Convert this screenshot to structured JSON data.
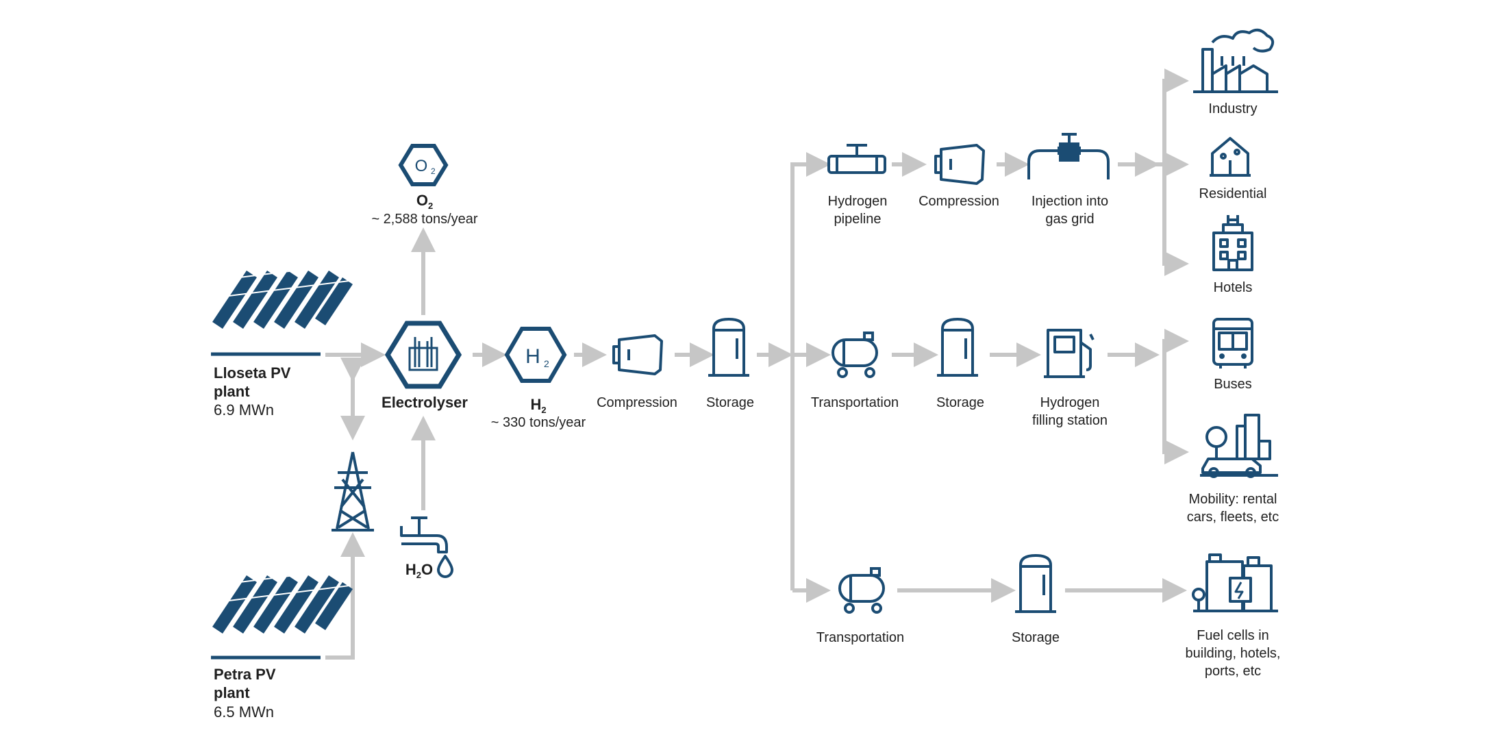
{
  "colors": {
    "icon": "#1b4c73",
    "arrow": "#c6c6c6",
    "text": "#1f1f1f"
  },
  "sources": {
    "lloseta": {
      "name_line1": "Lloseta PV",
      "name_line2": "plant",
      "capacity": "6.9 MWn"
    },
    "petra": {
      "name_line1": "Petra PV",
      "name_line2": "plant",
      "capacity": "6.5 MWn"
    }
  },
  "grid_icon": "power-pylon-icon",
  "electrolyser": {
    "label": "Electrolyser"
  },
  "oxygen": {
    "symbol": "O",
    "subscript": "2",
    "amount": "~ 2,588 tons/year"
  },
  "water": {
    "symbol_h": "H",
    "subscript": "2",
    "symbol_o": "O"
  },
  "hydrogen": {
    "symbol": "H",
    "subscript": "2",
    "amount": "~ 330 tons/year"
  },
  "main_chain": {
    "compression": "Compression",
    "storage": "Storage"
  },
  "branch_grid": {
    "pipeline_line1": "Hydrogen",
    "pipeline_line2": "pipeline",
    "compression": "Compression",
    "injection_line1": "Injection into",
    "injection_line2": "gas grid",
    "uses": [
      "Industry",
      "Residential",
      "Hotels"
    ]
  },
  "branch_mobility": {
    "transport": "Transportation",
    "storage": "Storage",
    "station_line1": "Hydrogen",
    "station_line2": "filling station",
    "uses": [
      "Buses"
    ],
    "mobility_line1": "Mobility: rental",
    "mobility_line2": "cars, fleets, etc"
  },
  "branch_fuelcell": {
    "transport": "Transportation",
    "storage": "Storage",
    "fuelcell_line1": "Fuel cells in",
    "fuelcell_line2": "building, hotels,",
    "fuelcell_line3": "ports, etc"
  }
}
